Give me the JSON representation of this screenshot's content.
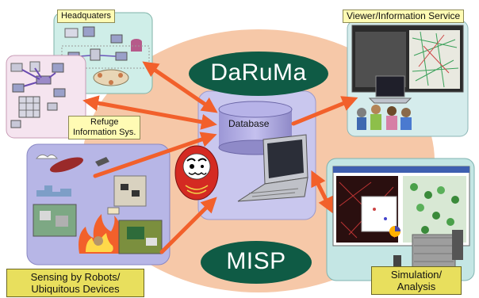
{
  "hub_labels": {
    "daruma": "DaRuMa",
    "misp": "MISP",
    "database": "Database"
  },
  "panel_labels": {
    "headquarters": "Headquaters",
    "refuge_line1": "Refuge",
    "refuge_line2": "Information Sys.",
    "viewer": "Viewer/Information Service",
    "sensing_line1": "Sensing by Robots/",
    "sensing_line2": "Ubiquitous Devices",
    "simulation_line1": "Simulation/",
    "simulation_line2": "Analysis"
  },
  "colors": {
    "outer_oval": "#f6c8a8",
    "inner_panel": "#c9c7ee",
    "hub_oval": "#0f5b45",
    "arrow": "#f2602b",
    "label_yellow": "#fffbb4",
    "label_olive": "#e8df5d"
  }
}
